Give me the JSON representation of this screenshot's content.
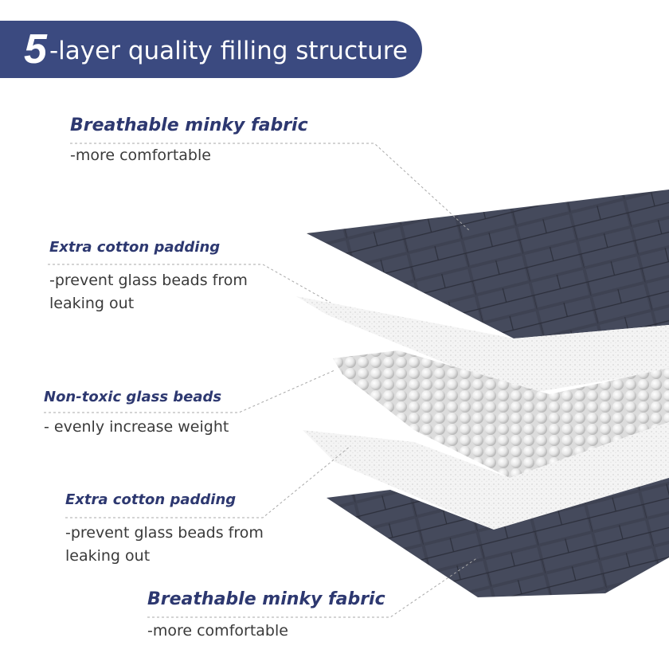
{
  "header": {
    "number": "5",
    "title_rest": "-layer quality filling structure"
  },
  "layers": [
    {
      "title": "Breathable minky fabric",
      "desc_lines": [
        "-more comfortable"
      ]
    },
    {
      "title": "Extra cotton padding",
      "desc_lines": [
        "-prevent glass beads from",
        "leaking out"
      ]
    },
    {
      "title": "Non-toxic glass beads",
      "desc_lines": [
        "- evenly increase weight"
      ]
    },
    {
      "title": "Extra cotton padding",
      "desc_lines": [
        "-prevent glass beads from",
        "leaking out"
      ]
    },
    {
      "title": "Breathable minky fabric",
      "desc_lines": [
        "-more comfortable"
      ]
    }
  ],
  "colors": {
    "banner": "#3b4a80",
    "label": "#2d3870",
    "fabric": "#3e4252"
  }
}
